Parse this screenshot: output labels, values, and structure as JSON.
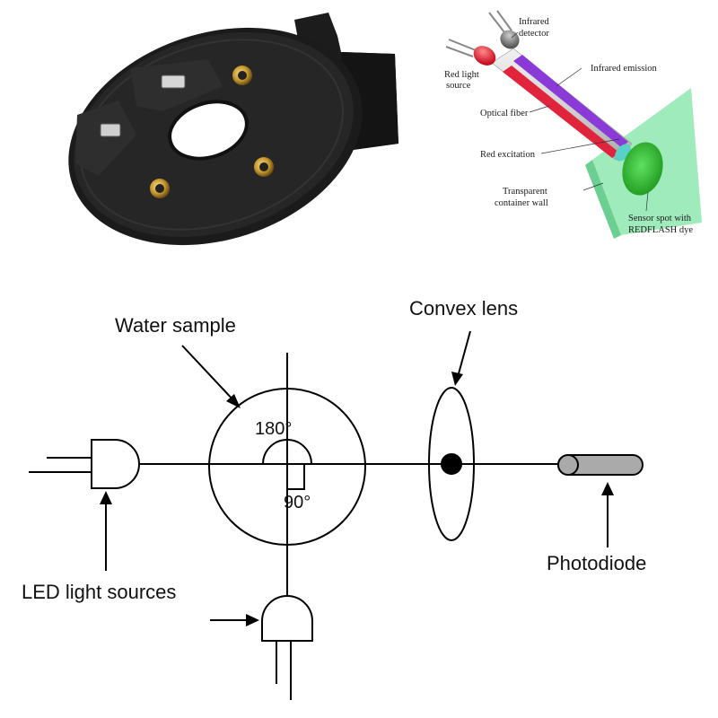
{
  "fiber_panel": {
    "infrared_detector": [
      "Infrared",
      "detector"
    ],
    "red_light_source": [
      "Red light",
      "source"
    ],
    "infrared_emission": "Infrared emission",
    "optical_fiber": "Optical fiber",
    "red_excitation": "Red excitation",
    "container_wall": [
      "Transparent",
      "container wall"
    ],
    "sensor_spot": [
      "Sensor spot with",
      "REDFLASH dye"
    ]
  },
  "schematic": {
    "water_sample": "Water sample",
    "convex_lens": "Convex lens",
    "angle_180": "180°",
    "angle_90": "90°",
    "photodiode": "Photodiode",
    "led_sources": "LED light sources"
  },
  "colors": {
    "red_beam": "#e0243c",
    "ir_beam": "#8a3ad6",
    "sensor_green": "#3cc63c",
    "wall_green": "#8fe8b0"
  }
}
